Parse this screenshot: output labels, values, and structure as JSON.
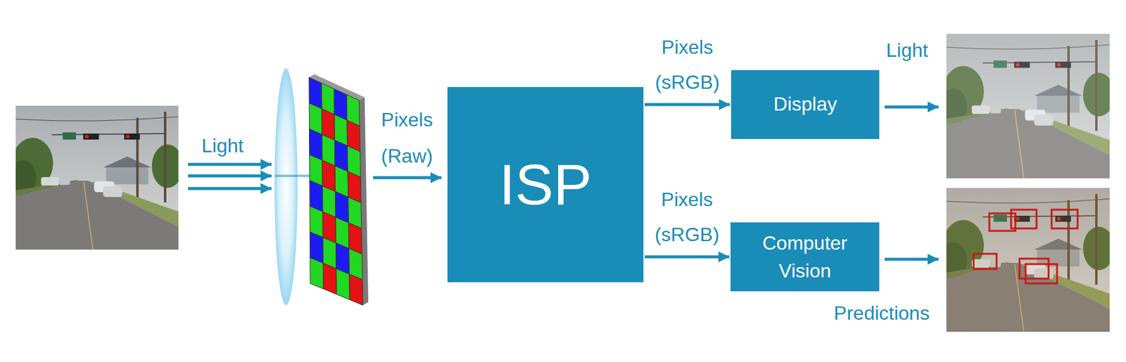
{
  "diagram": {
    "nodes": [
      {
        "text": [
          "ISP"
        ]
      },
      {
        "text": [
          "Display"
        ]
      },
      {
        "text": [
          "Computer Vision"
        ]
      }
    ],
    "edges": [
      {
        "from": 0,
        "to": 1,
        "arrow": "to",
        "label": "Pixels (sRGB)"
      },
      {
        "from": 0,
        "to": 2,
        "arrow": "to",
        "label": "Pixels (sRGB)"
      }
    ],
    "labels": [
      "Light",
      "Pixels (Raw)",
      "Light",
      "Predictions"
    ]
  }
}
